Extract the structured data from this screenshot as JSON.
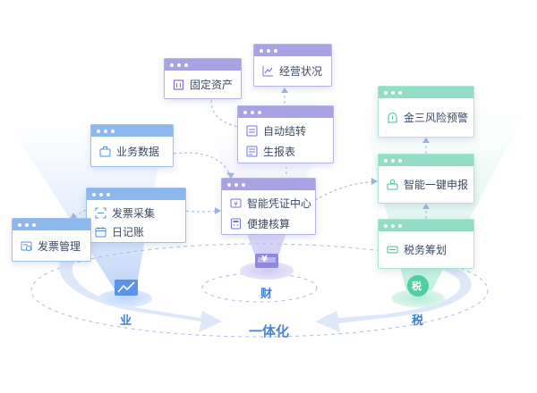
{
  "nodes": {
    "fixed_assets": "固定资产",
    "operating_status": "经营状况",
    "auto_carryover": "自动结转",
    "generate_report": "生报表",
    "business_data": "业务数据",
    "invoice_collection": "发票采集",
    "journal": "日记账",
    "invoice_management": "发票管理",
    "voucher_center": "智能凭证中心",
    "easy_accounting": "便捷核算",
    "risk_alert": "金三风险预警",
    "one_click_filing": "智能一键申报",
    "tax_planning": "税务筹划"
  },
  "pillars": {
    "business": "业",
    "finance": "财",
    "tax": "税",
    "finance_symbol": "¥",
    "tax_symbol": "税"
  },
  "center_label": "一体化",
  "colors": {
    "blue": "#4f8fe6",
    "purple": "#7b72d9",
    "green": "#3fc49a",
    "text": "#3d4a63",
    "dash": "#9fb7dd"
  }
}
